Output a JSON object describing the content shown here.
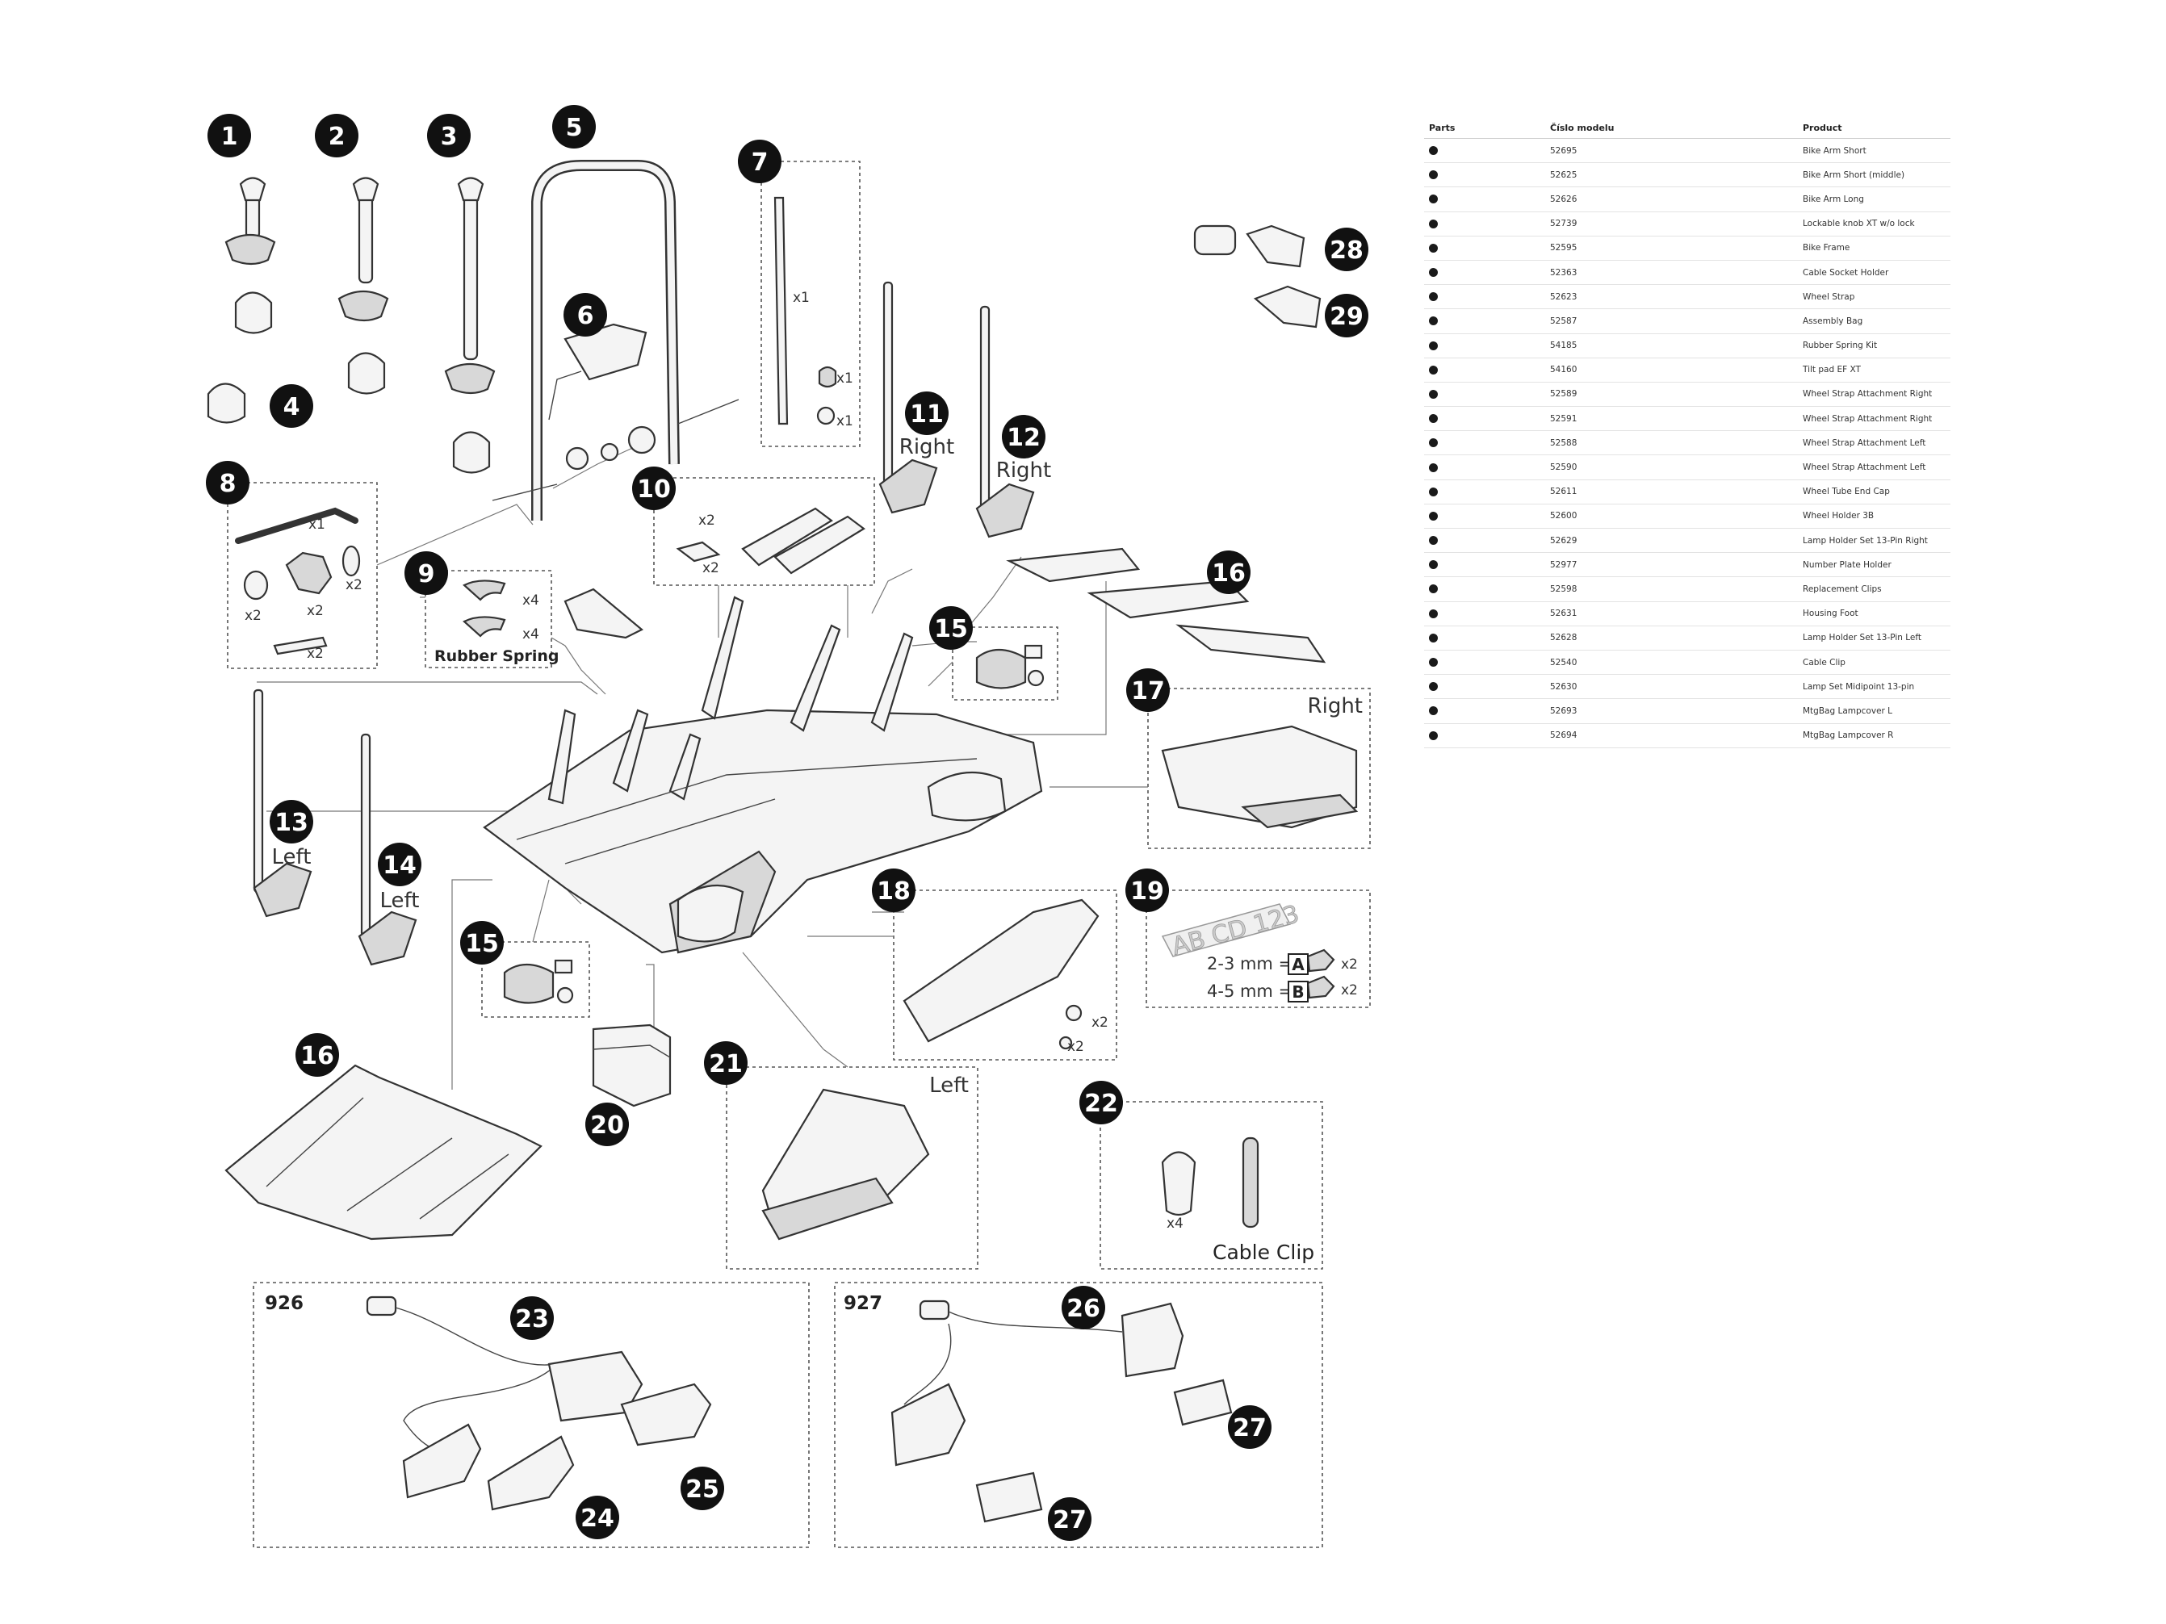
{
  "diagram": {
    "callouts": [
      "1",
      "2",
      "3",
      "4",
      "5",
      "6",
      "7",
      "8",
      "9",
      "10",
      "11",
      "12",
      "13",
      "14",
      "15",
      "15",
      "16",
      "16",
      "17",
      "18",
      "19",
      "20",
      "21",
      "22",
      "23",
      "24",
      "25",
      "26",
      "27",
      "27",
      "28",
      "29"
    ],
    "side_labels": {
      "right_11": "Right",
      "right_12": "Right",
      "left_13": "Left",
      "left_14": "Left",
      "right_17": "Right",
      "left_21": "Left"
    },
    "quantities": {
      "strap_x1": "x1",
      "strap_nut_x1": "x1",
      "strap_screw_x1": "x1",
      "wrench_x1": "x1",
      "washer_x2": "x2",
      "knob_x2": "x2",
      "spacer_x2": "x2",
      "bolt_x2": "x2",
      "spring_a_x4": "x4",
      "spring_b_x4": "x4",
      "tilt_screw_x2": "x2",
      "tilt_plate_x2": "x2",
      "holder_screw_x2": "x2",
      "holder_bolt_x2": "x2",
      "plate_a_x2": "x2",
      "plate_b_x2": "x2",
      "clip_x4": "x4"
    },
    "rubber_spring_label": "Rubber Spring",
    "plate_text": "AB CD 123",
    "plate_spec_a": "2-3 mm =",
    "plate_spec_a_letter": "A",
    "plate_spec_b": "4-5 mm =",
    "plate_spec_b_letter": "B",
    "cable_clip_label": "Cable Clip",
    "kit_926": "926",
    "kit_927": "927"
  },
  "table": {
    "headers": [
      "Parts",
      "Číslo modelu",
      "Product"
    ],
    "rows": [
      {
        "model": "52695",
        "product": "Bike Arm Short"
      },
      {
        "model": "52625",
        "product": "Bike Arm Short (middle)"
      },
      {
        "model": "52626",
        "product": "Bike Arm Long"
      },
      {
        "model": "52739",
        "product": "Lockable knob XT w/o lock"
      },
      {
        "model": "52595",
        "product": "Bike Frame"
      },
      {
        "model": "52363",
        "product": "Cable Socket Holder"
      },
      {
        "model": "52623",
        "product": "Wheel Strap"
      },
      {
        "model": "52587",
        "product": "Assembly Bag"
      },
      {
        "model": "54185",
        "product": "Rubber Spring Kit"
      },
      {
        "model": "54160",
        "product": "Tilt pad EF XT"
      },
      {
        "model": "52589",
        "product": "Wheel Strap Attachment Right"
      },
      {
        "model": "52591",
        "product": "Wheel Strap Attachment Right"
      },
      {
        "model": "52588",
        "product": "Wheel Strap Attachment Left"
      },
      {
        "model": "52590",
        "product": "Wheel Strap Attachment Left"
      },
      {
        "model": "52611",
        "product": "Wheel Tube End Cap"
      },
      {
        "model": "52600",
        "product": "Wheel Holder 3B"
      },
      {
        "model": "52629",
        "product": "Lamp Holder Set 13-Pin Right"
      },
      {
        "model": "52977",
        "product": "Number Plate Holder"
      },
      {
        "model": "52598",
        "product": "Replacement Clips"
      },
      {
        "model": "52631",
        "product": "Housing Foot"
      },
      {
        "model": "52628",
        "product": "Lamp Holder Set 13-Pin Left"
      },
      {
        "model": "52540",
        "product": "Cable Clip"
      },
      {
        "model": "52630",
        "product": "Lamp Set Midipoint 13-pin"
      },
      {
        "model": "52693",
        "product": "MtgBag Lampcover L"
      },
      {
        "model": "52694",
        "product": "MtgBag Lampcover R"
      }
    ]
  }
}
